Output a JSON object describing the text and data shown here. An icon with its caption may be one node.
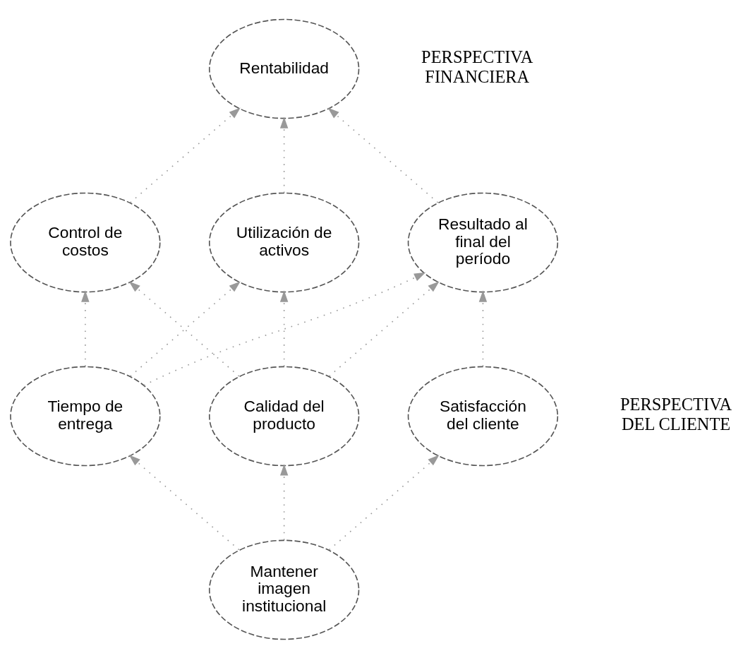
{
  "diagram": {
    "nodes": [
      {
        "text": [
          "Rentabilidad"
        ]
      },
      {
        "text": [
          "Utilización de activos"
        ]
      },
      {
        "text": [
          "Resultado al final del período"
        ]
      },
      {
        "text": [
          "Control de costos"
        ]
      },
      {
        "text": [
          "Satisfacción del cliente"
        ]
      },
      {
        "text": [
          "Calidad del producto"
        ]
      },
      {
        "text": [
          "Tiempo de entrega"
        ]
      },
      {
        "text": [
          "Mantener imagen institucional"
        ]
      }
    ],
    "edges": [
      {
        "from": 1,
        "to": 0,
        "arrow": "to"
      },
      {
        "from": 2,
        "to": 0,
        "arrow": "to"
      },
      {
        "from": 3,
        "to": 0,
        "arrow": "to"
      },
      {
        "from": 4,
        "to": 2,
        "arrow": "to"
      },
      {
        "from": 5,
        "to": 1,
        "arrow": "to"
      },
      {
        "from": 5,
        "to": 2,
        "arrow": "to"
      },
      {
        "from": 5,
        "to": 3,
        "arrow": "to"
      },
      {
        "from": 6,
        "to": 1,
        "arrow": "to"
      },
      {
        "from": 6,
        "to": 2,
        "arrow": "to"
      },
      {
        "from": 6,
        "to": 3,
        "arrow": "to"
      },
      {
        "from": 7,
        "to": 4,
        "arrow": "to"
      },
      {
        "from": 7,
        "to": 5,
        "arrow": "to"
      },
      {
        "from": 7,
        "to": 6,
        "arrow": "to"
      }
    ],
    "labels": [
      "PERSPECTIVA FINANCIERA",
      "PERSPECTIVA DEL CLIENTE"
    ]
  }
}
